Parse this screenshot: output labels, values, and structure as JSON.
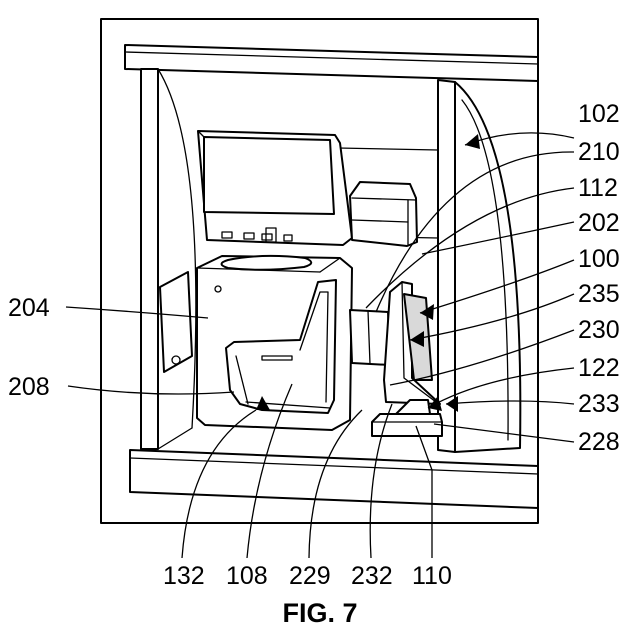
{
  "figure": {
    "caption": "FIG. 7",
    "labels": {
      "l102": "102",
      "l210": "210",
      "l112": "112",
      "l202": "202",
      "l100": "100",
      "l235": "235",
      "l230": "230",
      "l122": "122",
      "l233": "233",
      "l228": "228",
      "l204": "204",
      "l208": "208",
      "l132": "132",
      "l108": "108",
      "l229": "229",
      "l232": "232",
      "l110": "110"
    }
  }
}
